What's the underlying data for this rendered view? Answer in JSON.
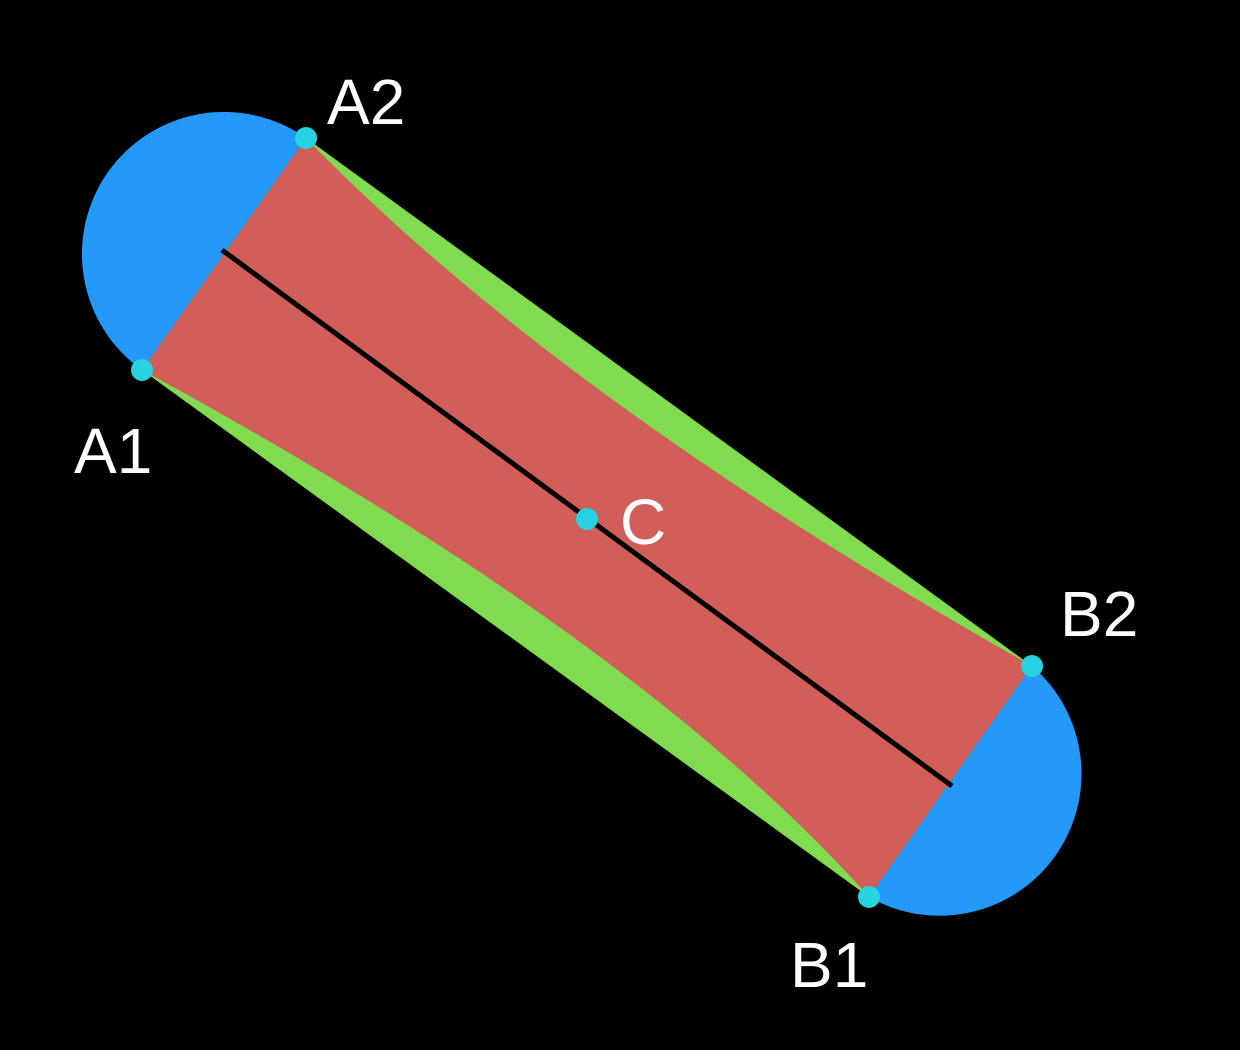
{
  "colors": {
    "background": "#000000",
    "cap_fill": "#2499fa",
    "hull_fill": "#80db4f",
    "body_fill": "#d25e5a",
    "axis_stroke": "#000000",
    "point_fill": "#27d3e0",
    "label_color": "#ffffff"
  },
  "labels": {
    "a1": "A1",
    "a2": "A2",
    "b1": "B1",
    "b2": "B2",
    "c": "C"
  }
}
